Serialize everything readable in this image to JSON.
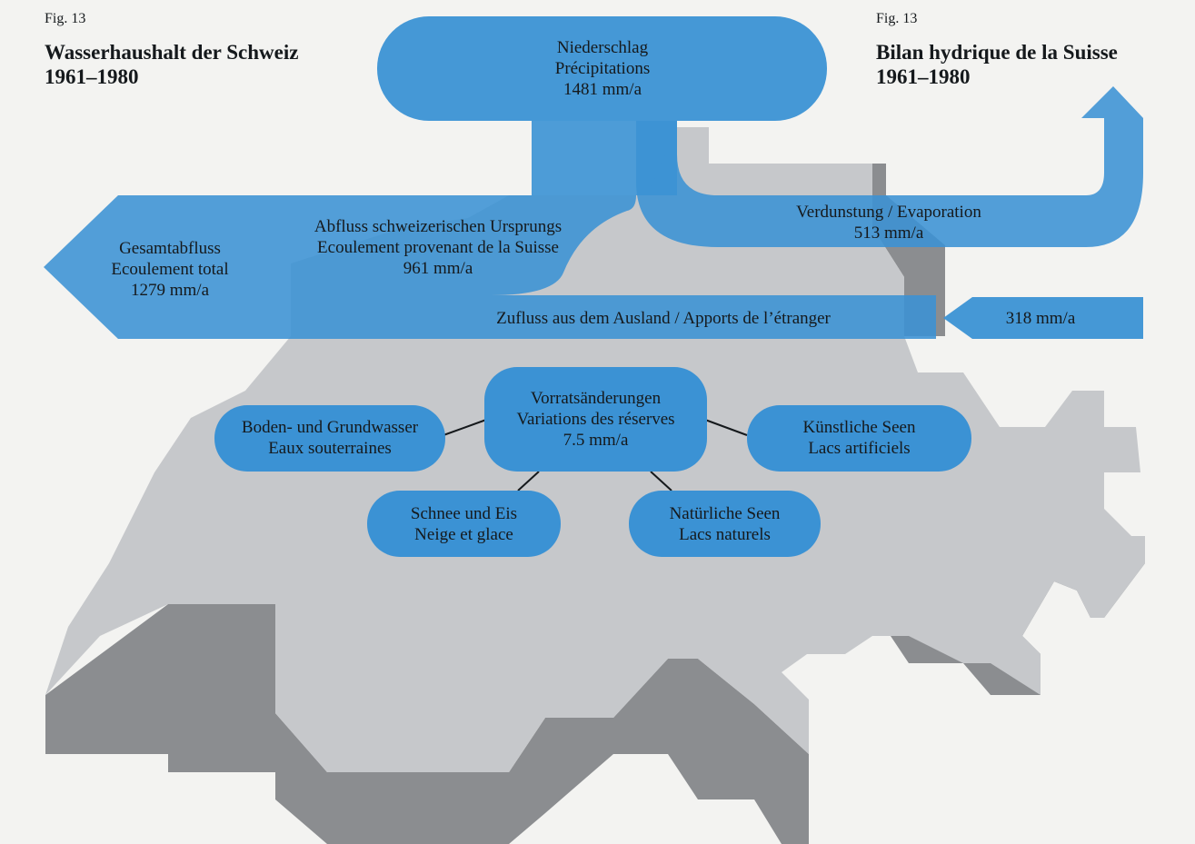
{
  "header_left": {
    "fig": "Fig. 13",
    "title_line1": "Wasserhaushalt der Schweiz",
    "title_line2": "1961–1980"
  },
  "header_right": {
    "fig": "Fig. 13",
    "title_line1": "Bilan hydrique de la Suisse",
    "title_line2": "1961–1980"
  },
  "flows": {
    "precipitation": {
      "de": "Niederschlag",
      "fr": "Précipitations",
      "value": "1481 mm/a"
    },
    "evaporation": {
      "label": "Verdunstung / Evaporation",
      "value": "513 mm/a"
    },
    "swiss_origin": {
      "de": "Abfluss schweizerischen Ursprungs",
      "fr": "Ecoulement provenant de la Suisse",
      "value": "961 mm/a"
    },
    "total_runoff": {
      "de": "Gesamtabfluss",
      "fr": "Ecoulement total",
      "value": "1279 mm/a"
    },
    "inflow": {
      "label": "Zufluss aus dem Ausland / Apports de l’étranger",
      "value": "318 mm/a"
    }
  },
  "storage": {
    "center": {
      "de": "Vorratsänderungen",
      "fr": "Variations des réserves",
      "value": "7.5 mm/a"
    },
    "groundwater": {
      "de": "Boden- und Grundwasser",
      "fr": "Eaux souterraines"
    },
    "artificial_lakes": {
      "de": "Künstliche Seen",
      "fr": "Lacs artificiels"
    },
    "snow_ice": {
      "de": "Schnee und Eis",
      "fr": "Neige et glace"
    },
    "natural_lakes": {
      "de": "Natürliche Seen",
      "fr": "Lacs naturels"
    }
  },
  "colors": {
    "flow_blue": "#3b92d4",
    "map_light": "#c6c8cb",
    "map_shadow": "#8b8d90",
    "background": "#f3f3f1"
  }
}
